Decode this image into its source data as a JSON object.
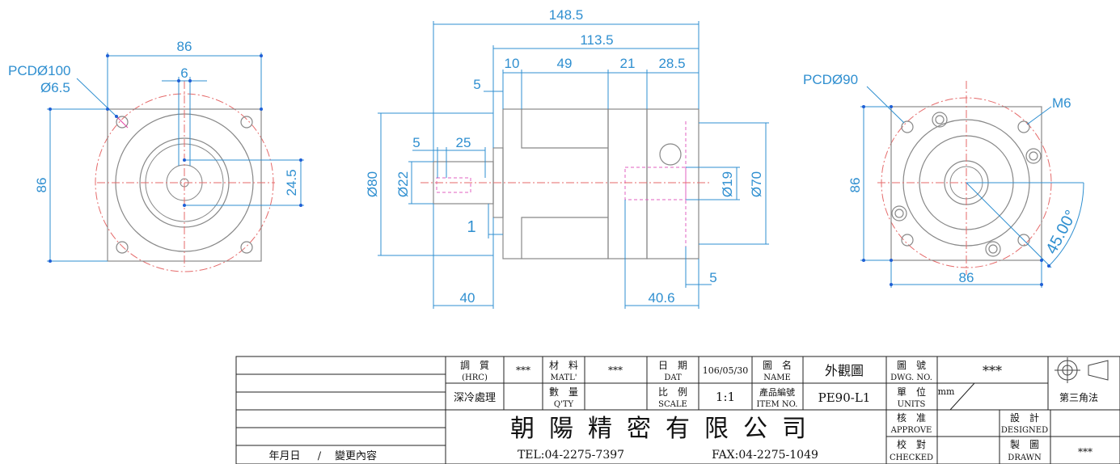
{
  "dimensions": {
    "front": {
      "width_top": "86",
      "bolt_gap": "6",
      "pcd_label": "PCDØ100",
      "hole_label": "Ø6.5",
      "height_left": "86",
      "key_height": "24.5"
    },
    "side": {
      "overall_length": "148.5",
      "body_length": "113.5",
      "seg1": "10",
      "seg2": "49",
      "seg3": "21",
      "seg4": "28.5",
      "flange_step": "5",
      "key_offset": "5",
      "key_length": "25",
      "shaft_dia": "Ø22",
      "pilot_dia": "Ø80",
      "pilot_height": "1",
      "shaft_length": "40",
      "bore_dia": "Ø19",
      "rear_dia": "Ø70",
      "rear_depth": "40.6",
      "rear_step": "5"
    },
    "rear": {
      "pcd_label": "PCDØ90",
      "thread_label": "M6",
      "height_left": "86",
      "width_bottom": "86",
      "angle": "45.00°"
    }
  },
  "title_block": {
    "revision_footer": {
      "date_label": "年月日",
      "separator": "/",
      "change_label": "變更內容"
    },
    "heat_treatment": {
      "label_zh": "調　質",
      "label_en": "(HRC)",
      "value": "***",
      "process": "深冷處理"
    },
    "material": {
      "label_zh": "材　料",
      "label_en": "MATL'",
      "value": "***"
    },
    "quantity": {
      "label_zh": "數　量",
      "label_en": "Q'TY"
    },
    "date": {
      "label_zh": "日　期",
      "label_en": "DAT",
      "value": "106/05/30"
    },
    "scale": {
      "label_zh": "比　例",
      "label_en": "SCALE",
      "value": "1:1"
    },
    "name": {
      "label_zh": "圖　名",
      "label_en": "NAME",
      "value": "外觀圖"
    },
    "item_no": {
      "label_zh": "產品編號",
      "label_en": "ITEM NO.",
      "value": "PE90-L1"
    },
    "dwg_no": {
      "label_zh": "圖　號",
      "label_en": "DWG. NO.",
      "value": "***"
    },
    "units": {
      "label_zh": "單　位",
      "label_en": "UNITS",
      "value": "mm"
    },
    "projection": {
      "label": "第三角法"
    },
    "company": {
      "name": "朝陽精密有限公司",
      "tel": "TEL:04-2275-7397",
      "fax": "FAX:04-2275-1049"
    },
    "approve": {
      "label_zh": "核　准",
      "label_en": "APPROVE"
    },
    "checked": {
      "label_zh": "校　對",
      "label_en": "CHECKED"
    },
    "designed": {
      "label_zh": "設　計",
      "label_en": "DESIGNED"
    },
    "drawn": {
      "label_zh": "製　圖",
      "label_en": "DRAWN",
      "value": "***"
    }
  }
}
